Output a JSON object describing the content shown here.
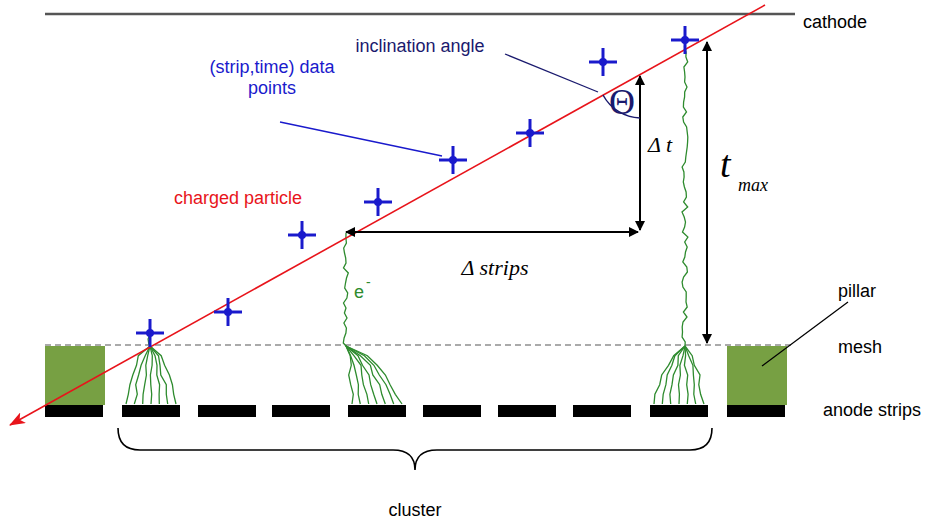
{
  "diagram": {
    "labels": [
      "cathode",
      "inclination angle",
      "(strip,time) data points",
      "Θ",
      "Δ t",
      "t",
      "max",
      "charged particle",
      "Δ strips",
      "e",
      "-",
      "pillar",
      "mesh",
      "anode strips",
      "cluster"
    ]
  }
}
